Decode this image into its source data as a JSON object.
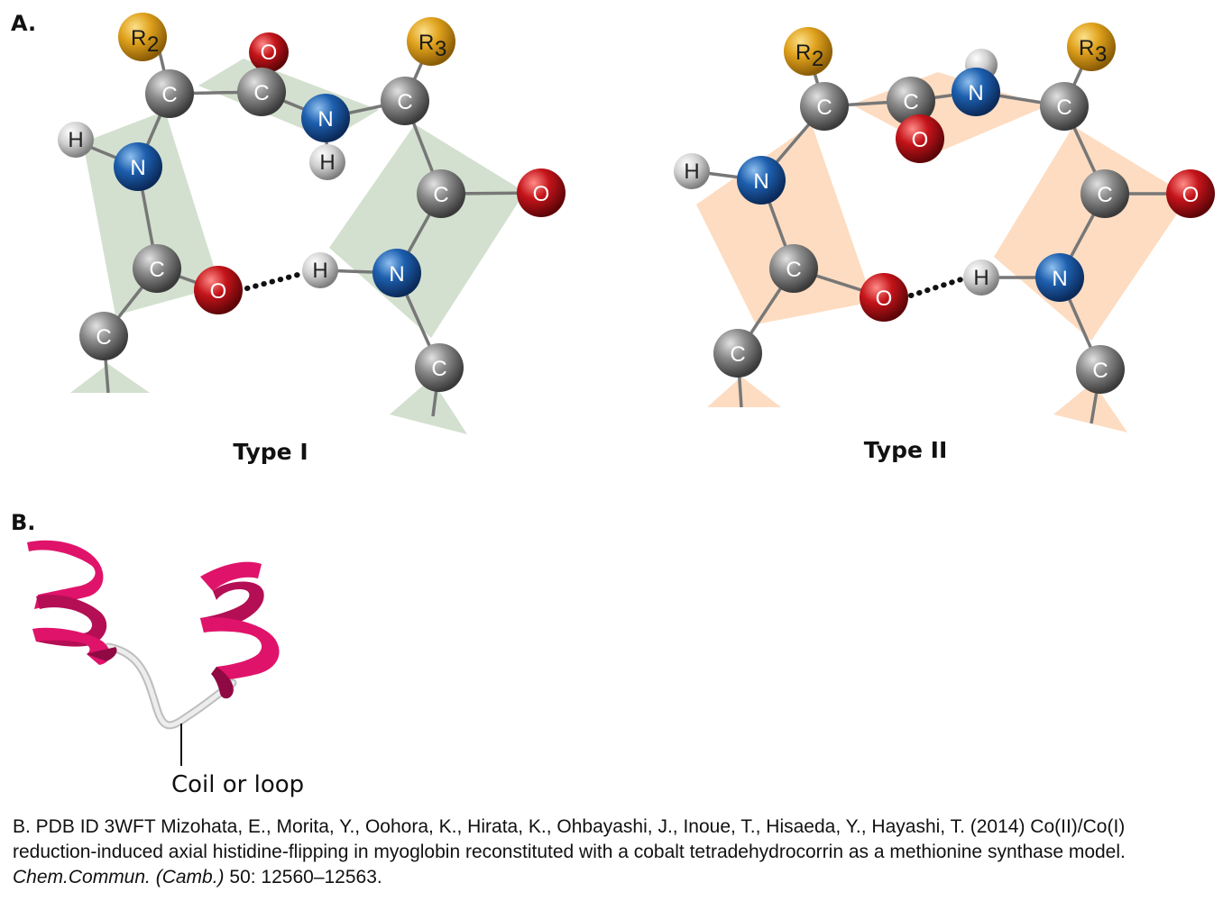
{
  "panel_a_label": "A.",
  "panel_b_label": "B.",
  "type1_label": "Type I",
  "type2_label": "Type II",
  "atoms": {
    "C": "C",
    "N": "N",
    "O": "O",
    "H": "H",
    "R": "R",
    "sub2": "2",
    "sub3": "3"
  },
  "coil_label": "Coil or loop",
  "caption": {
    "part1": "B. PDB ID 3WFT Mizohata, E., Morita, Y., Oohora, K., Hirata, K., Ohbayashi, J., Inoue, T., Hisaeda, Y., Hayashi, T. (2014) Co(II)/Co(I) reduction-induced axial histidine-flipping in myoglobin reconstituted with a cobalt tetradehydrocorrin as a methionine synthase model. ",
    "journal": "Chem.Commun. (Camb.)",
    "part2": " 50: 12560–12563."
  },
  "colors": {
    "type1_plane": "#d3e0cf",
    "type2_plane": "#fddcc1",
    "carbon": "#7a7a7a",
    "nitrogen": "#1d5fae",
    "oxygen": "#c4141a",
    "hydrogen": "#c8c8c8",
    "r_group": "#e0a21d",
    "helix": "#e0136a",
    "coil": "#d9d9d9"
  }
}
